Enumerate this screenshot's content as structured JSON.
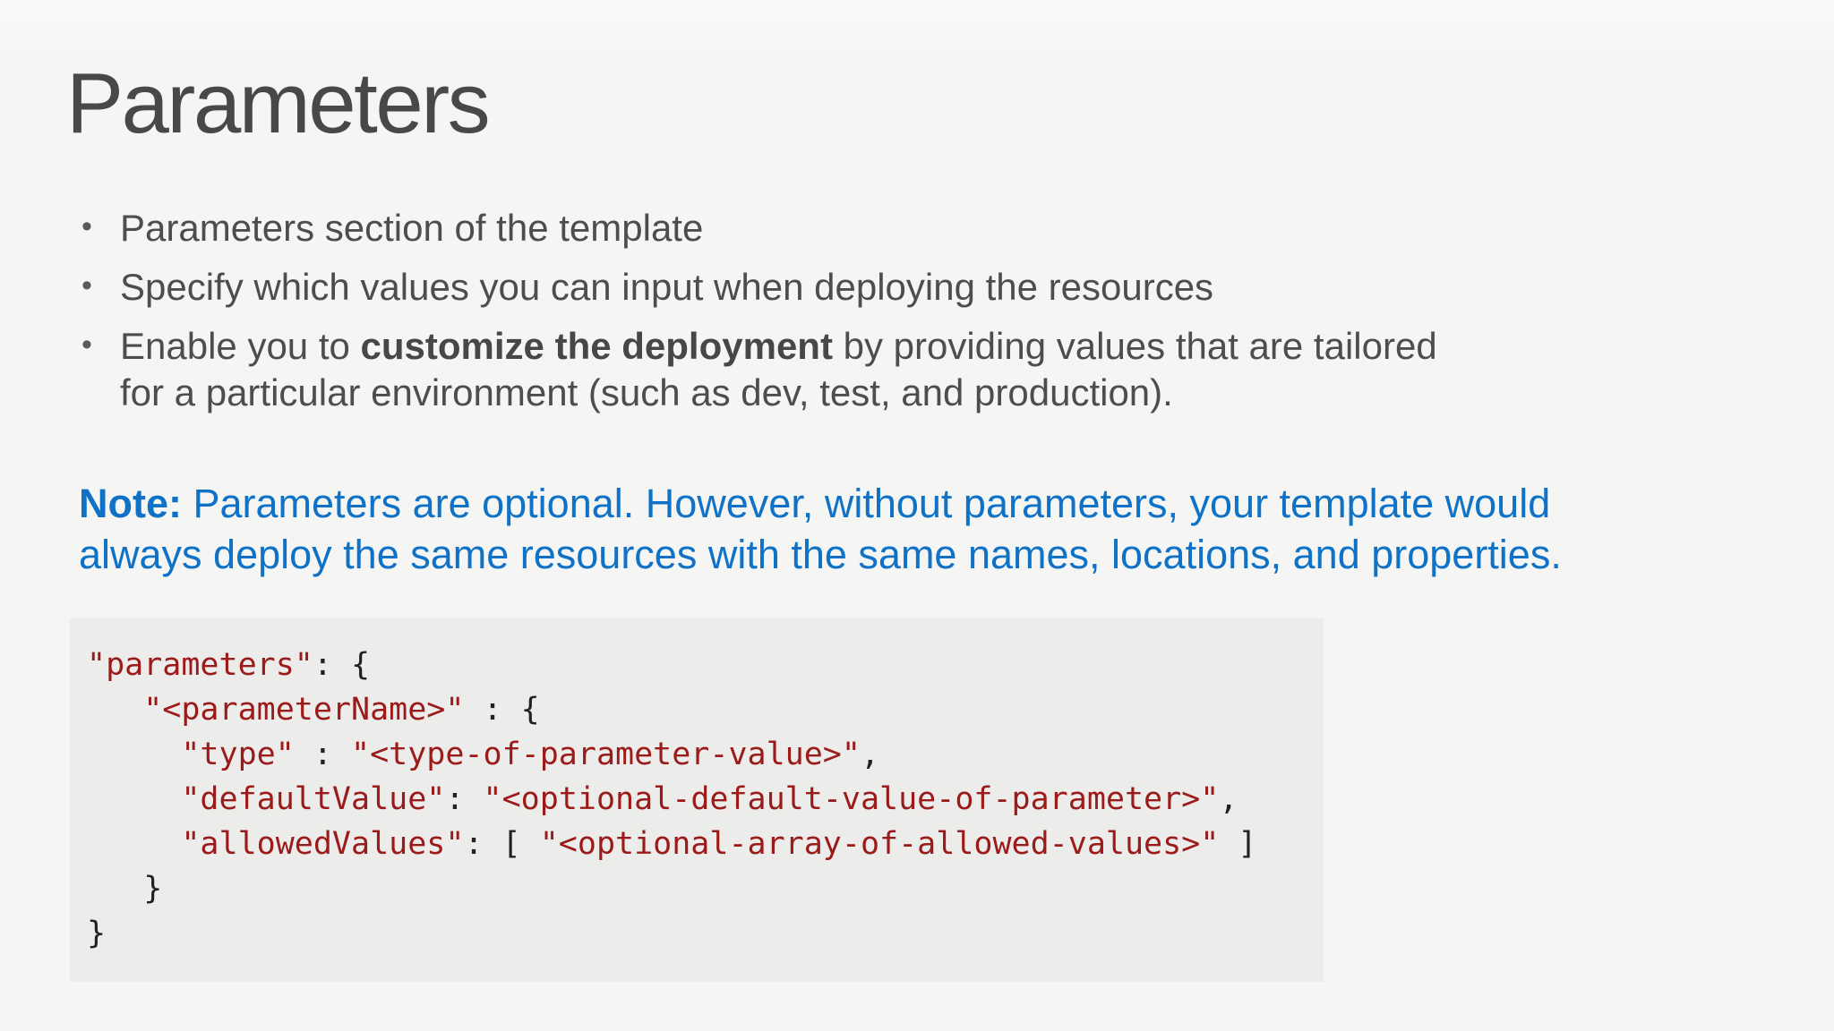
{
  "title": "Parameters",
  "bullets": {
    "marker": "•",
    "items": [
      {
        "text": "Parameters section of the template"
      },
      {
        "text": "Specify which values you can input when deploying the resources"
      },
      {
        "seg1": "Enable you to ",
        "bold": "customize the deployment",
        "seg2": " by providing values that are tailored",
        "line2": "for a particular environment (such as dev, test, and production)."
      }
    ]
  },
  "note": {
    "label": "Note:",
    "line1": " Parameters are optional. However, without parameters, your template would",
    "line2": "always deploy the same resources with the same names, locations, and properties."
  },
  "code": {
    "lines": [
      [
        {
          "c": "s",
          "t": "\"parameters\""
        },
        {
          "c": "p",
          "t": ": {"
        }
      ],
      [
        {
          "c": "p",
          "t": "   "
        },
        {
          "c": "s",
          "t": "\"<parameterName>\""
        },
        {
          "c": "p",
          "t": " : {"
        }
      ],
      [
        {
          "c": "p",
          "t": "     "
        },
        {
          "c": "s",
          "t": "\"type\""
        },
        {
          "c": "p",
          "t": " : "
        },
        {
          "c": "s",
          "t": "\"<type-of-parameter-value>\""
        },
        {
          "c": "p",
          "t": ","
        }
      ],
      [
        {
          "c": "p",
          "t": "     "
        },
        {
          "c": "s",
          "t": "\"defaultValue\""
        },
        {
          "c": "p",
          "t": ": "
        },
        {
          "c": "s",
          "t": "\"<optional-default-value-of-parameter>\""
        },
        {
          "c": "p",
          "t": ","
        }
      ],
      [
        {
          "c": "p",
          "t": "     "
        },
        {
          "c": "s",
          "t": "\"allowedValues\""
        },
        {
          "c": "p",
          "t": ": [ "
        },
        {
          "c": "s",
          "t": "\"<optional-array-of-allowed-values>\""
        },
        {
          "c": "p",
          "t": " ]"
        }
      ],
      [
        {
          "c": "p",
          "t": "   }"
        }
      ],
      [
        {
          "c": "p",
          "t": "}"
        }
      ]
    ]
  },
  "colors": {
    "accent_blue": "#0F72C6",
    "title_gray": "#484848",
    "body_gray": "#4D4D4D",
    "code_string_red": "#9B1B1B",
    "code_punct_black": "#212121",
    "code_background": "#ECECEB",
    "page_background": "#F5F5F4"
  }
}
